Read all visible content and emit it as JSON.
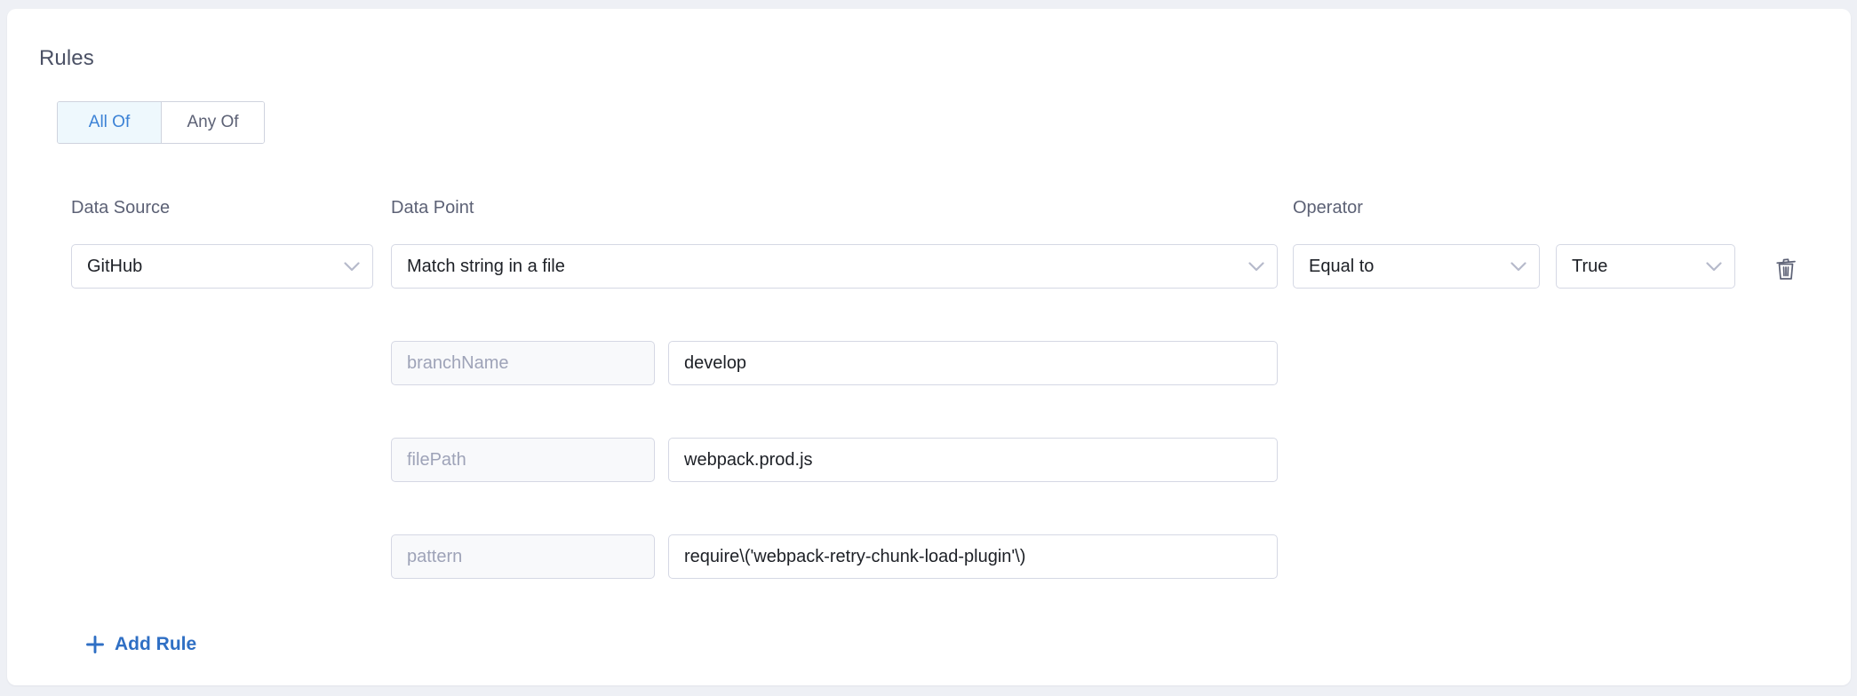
{
  "section": {
    "heading": "Rules",
    "match_mode": {
      "options": [
        {
          "id": "all-of",
          "label": "All Of",
          "selected": true
        },
        {
          "id": "any-of",
          "label": "Any Of",
          "selected": false
        }
      ]
    },
    "column_labels": {
      "data_source": "Data Source",
      "data_point": "Data Point",
      "operator": "Operator"
    },
    "rule": {
      "data_source": "GitHub",
      "data_point": "Match string in a file",
      "operator": "Equal to",
      "value": "True",
      "delete_icon": "trash-icon",
      "chevron_icon": "chevron-down-icon",
      "parameters": [
        {
          "key": "branchName",
          "value": "develop"
        },
        {
          "key": "filePath",
          "value": "webpack.prod.js"
        },
        {
          "key": "pattern",
          "value": "require\\('webpack-retry-chunk-load-plugin'\\)"
        }
      ]
    },
    "add_rule": {
      "label": "Add Rule",
      "icon": "plus-icon"
    }
  },
  "colors": {
    "page_background": "#eef0f5",
    "card_background": "#ffffff",
    "accent_blue": "#3b82d6",
    "link_blue": "#2f6fc4",
    "active_tab_background": "#eef8fd",
    "border": "#d5d8e4",
    "label_text": "#5c6175",
    "placeholder_text": "#9ea3b8",
    "value_text": "#1d2026"
  }
}
